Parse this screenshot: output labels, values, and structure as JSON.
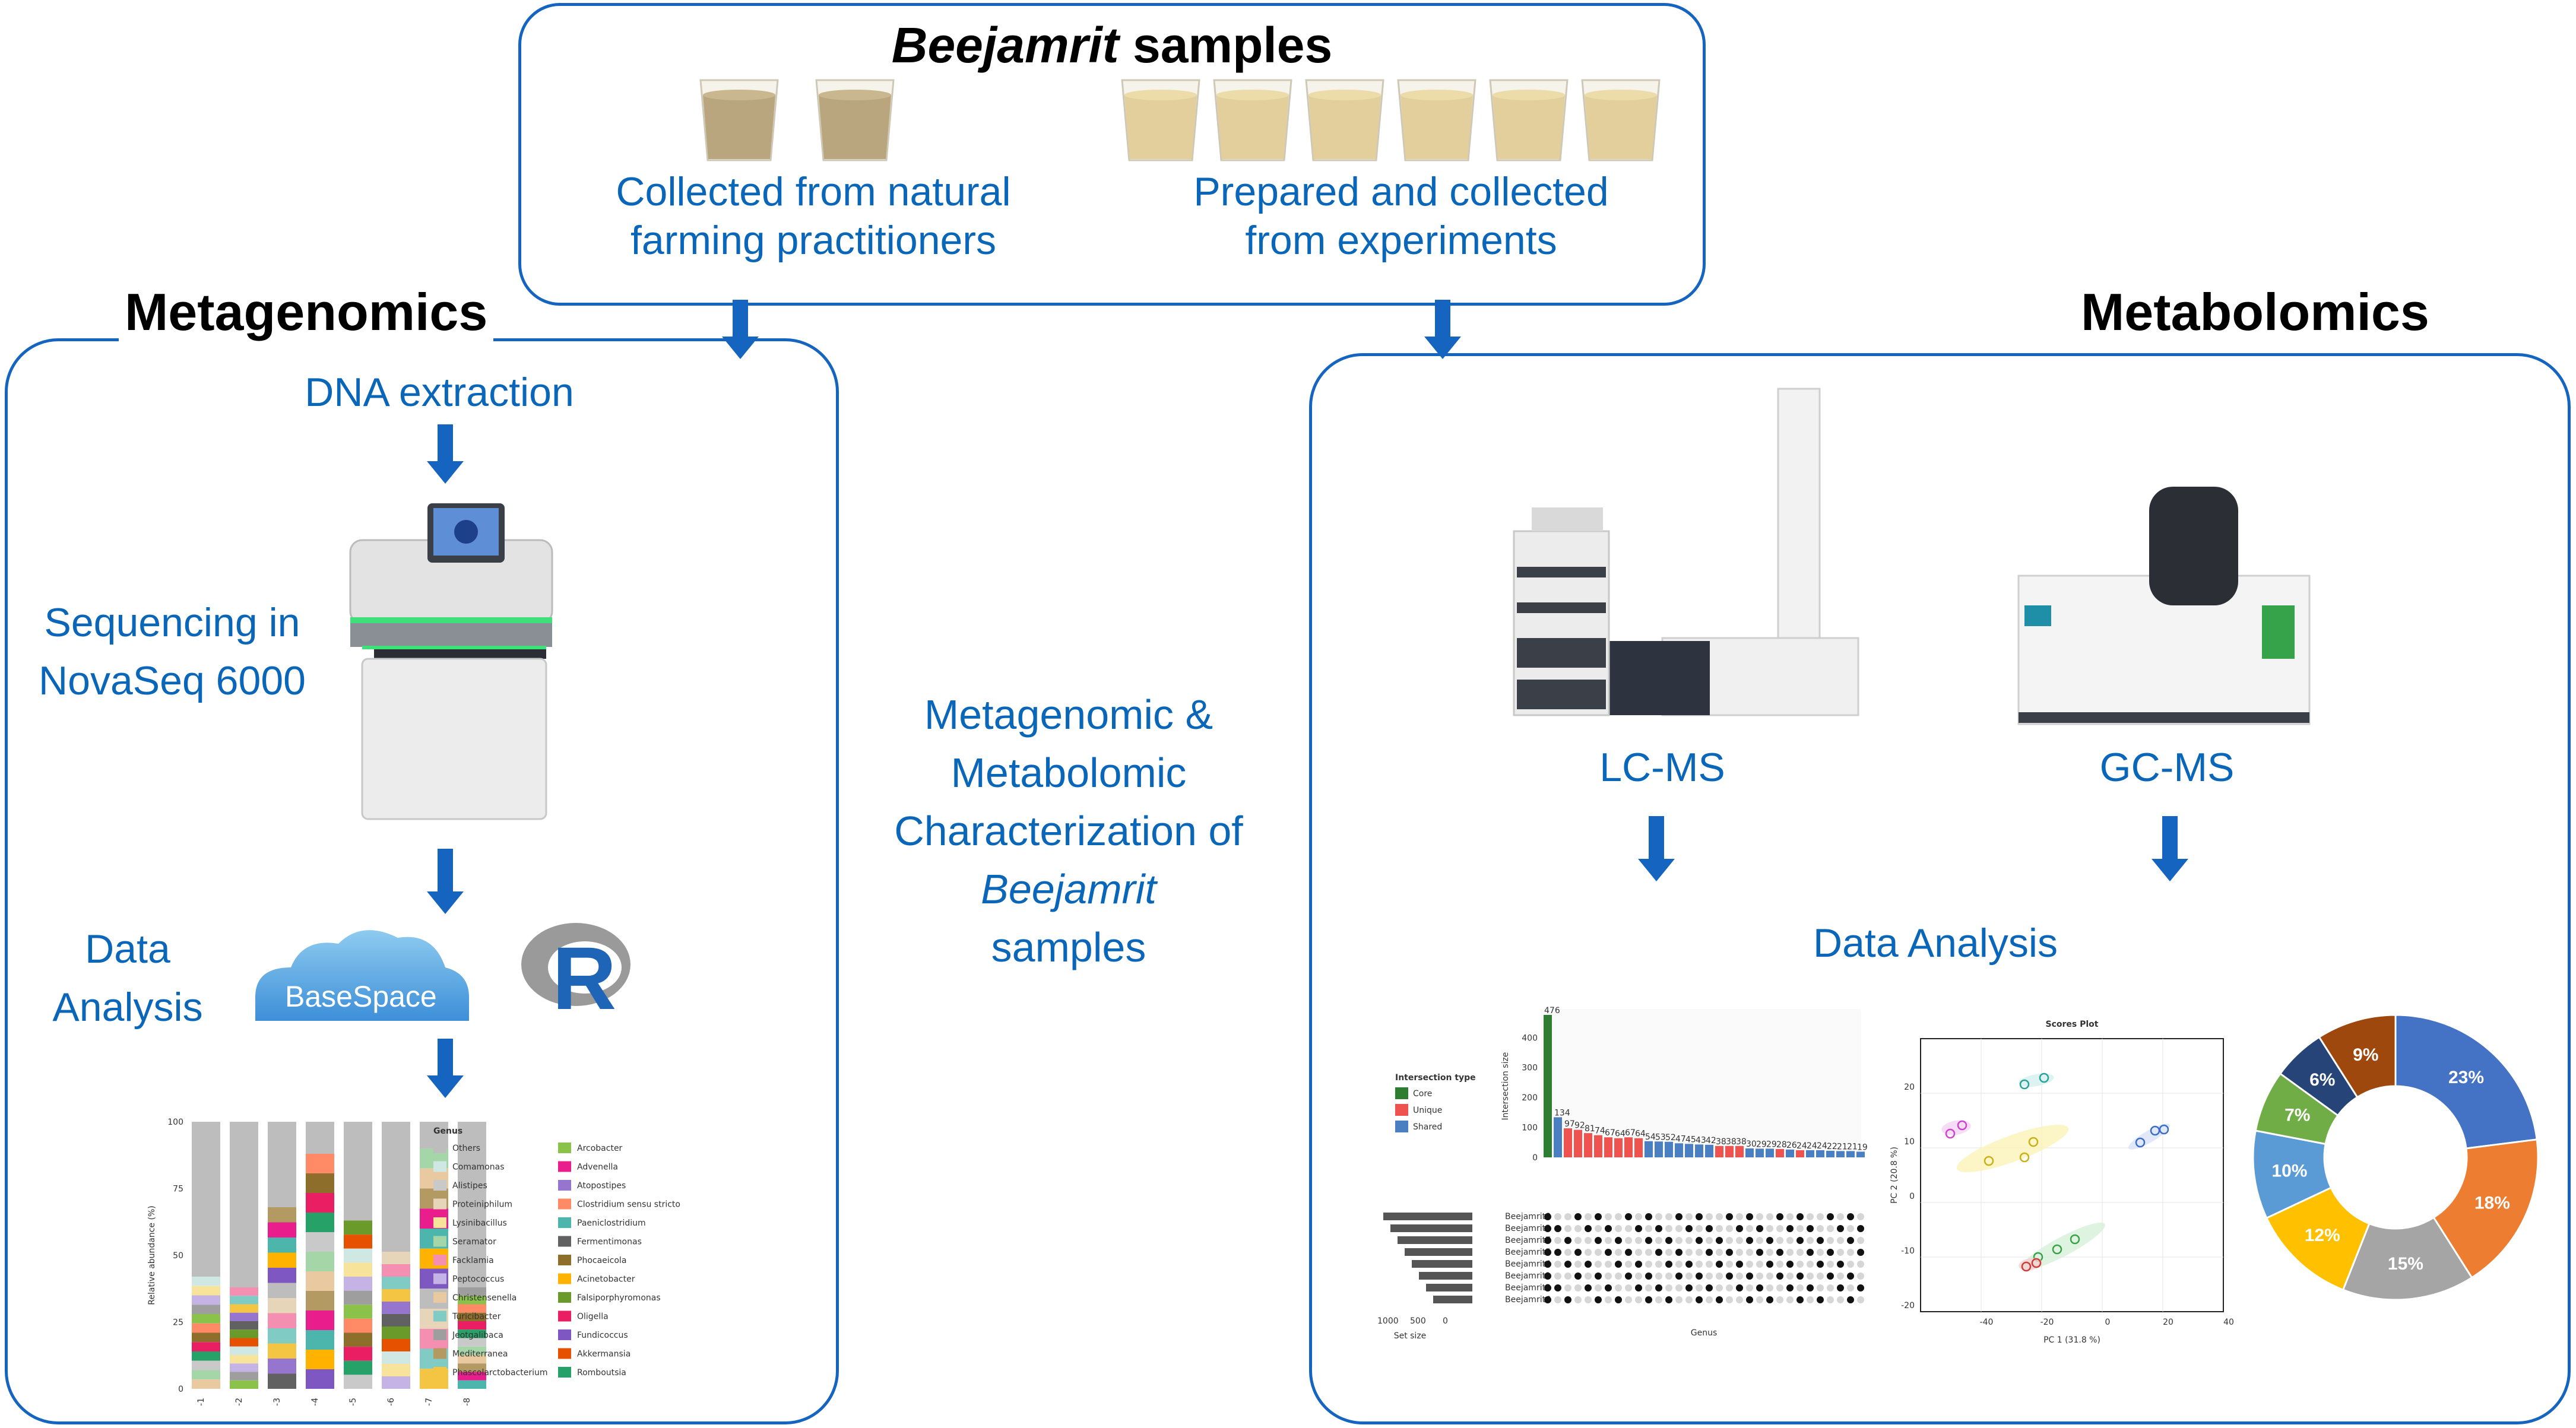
{
  "top_box": {
    "title_italic": "Beejamrit",
    "title_rest": " samples",
    "left_caption": "Collected from natural farming practitioners",
    "right_caption": "Prepared and collected from experiments"
  },
  "left_section": {
    "heading": "Metagenomics",
    "step1": "DNA extraction",
    "step2": "Sequencing in NovaSeq 6000",
    "step3": "Data Analysis",
    "basespace_label": "BaseSpace",
    "r_label": "R"
  },
  "center": {
    "line1": "Metagenomic &",
    "line2": "Metabolomic",
    "line3": "Characterization of",
    "line4": "Beejamrit",
    "line5": "samples"
  },
  "right_section": {
    "heading": "Metabolomics",
    "lcms": "LC-MS",
    "gcms": "GC-MS",
    "analysis": "Data Analysis"
  },
  "colors": {
    "accent_blue": "#0a66b8",
    "box_border": "#1565c0"
  },
  "barplot": {
    "ylabel": "Relative abundance (%)",
    "yticks": [
      "100",
      "75",
      "50",
      "25",
      "0"
    ],
    "samples": [
      "-1",
      "-2",
      "-3",
      "-4",
      "-5",
      "-6",
      "-7",
      "-8"
    ],
    "legend_title": "Genus",
    "genera_col1": [
      "Others",
      "Comamonas",
      "Alistipes",
      "Proteiniphilum",
      "Lysinibacillus",
      "Seramator",
      "Facklamia",
      "Peptococcus",
      "Christensenella",
      "Turicibacter",
      "Jeotgalibaca",
      "Mediterranea",
      "Phascolarctobacterium"
    ],
    "genera_col2": [
      "Arcobacter",
      "Advenella",
      "Atopostipes",
      "Clostridium sensu stricto",
      "Paeniclostridium",
      "Fermentimonas",
      "Phocaeicola",
      "Acinetobacter",
      "Falsiporphyromonas",
      "Oligella",
      "Fundicoccus",
      "Akkermansia",
      "Romboutsia"
    ],
    "colors_col1": [
      "#bdbdbd",
      "#cfe8e3",
      "#c9c9c9",
      "#e6d5b8",
      "#f7e39a",
      "#a5d6a7",
      "#f48fb1",
      "#c5b3e6",
      "#e8c9a0",
      "#80cbc4",
      "#9e9e9e",
      "#b39a63",
      "#f4c542"
    ],
    "colors_col2": [
      "#8bc34a",
      "#e91e8c",
      "#9575cd",
      "#ff8a65",
      "#4db6ac",
      "#616161",
      "#8d6e2b",
      "#ffb300",
      "#6a9a2a",
      "#e91e63",
      "#7e57c2",
      "#e65100",
      "#26a269"
    ]
  },
  "upset": {
    "legend_title": "Intersection type",
    "legend_items": [
      "Core",
      "Unique",
      "Shared"
    ],
    "legend_colors": [
      "#2e7d32",
      "#ef5350",
      "#4a7fc1"
    ],
    "ylabel": "Intersection size",
    "xlabel": "Genus",
    "setsize_label": "Set size",
    "setsize_ticks": [
      "1000",
      "500",
      "0"
    ],
    "yticks": [
      "400",
      "300",
      "200",
      "100",
      "0"
    ],
    "bar_values": [
      476,
      134,
      97,
      92,
      81,
      74,
      67,
      64,
      67,
      64,
      54,
      53,
      52,
      47,
      45,
      43,
      42,
      38,
      38,
      38,
      30,
      29,
      29,
      28,
      26,
      24,
      24,
      24,
      22,
      21,
      21,
      19
    ],
    "bar_types": [
      "Core",
      "Shared",
      "Unique",
      "Unique",
      "Unique",
      "Unique",
      "Unique",
      "Unique",
      "Unique",
      "Unique",
      "Shared",
      "Shared",
      "Shared",
      "Shared",
      "Shared",
      "Shared",
      "Shared",
      "Unique",
      "Unique",
      "Unique",
      "Shared",
      "Shared",
      "Shared",
      "Unique",
      "Shared",
      "Unique",
      "Shared",
      "Shared",
      "Shared",
      "Shared",
      "Shared",
      "Shared"
    ],
    "sets": [
      "Beejamrit8",
      "Beejamrit3",
      "Beejamrit7",
      "Beejamrit5",
      "Beejamrit4",
      "Beejamrit1",
      "Beejamrit2",
      "Beejamrit6"
    ]
  },
  "pca": {
    "title": "Scores Plot",
    "xlabel": "PC 1 (31.8 %)",
    "ylabel": "PC 2 (20.8 %)",
    "xticks": [
      "-40",
      "-20",
      "0",
      "20",
      "40"
    ],
    "yticks": [
      "20",
      "10",
      "0",
      "-10",
      "-20"
    ]
  },
  "donut": {
    "labels": [
      "23%",
      "18%",
      "15%",
      "12%",
      "10%",
      "7%",
      "6%",
      "9%"
    ],
    "values": [
      23,
      18,
      15,
      12,
      10,
      7,
      6,
      9
    ],
    "colors": [
      "#4472c4",
      "#ed7d31",
      "#a5a5a5",
      "#ffc000",
      "#5b9bd5",
      "#70ad47",
      "#264478",
      "#9e480e"
    ]
  }
}
